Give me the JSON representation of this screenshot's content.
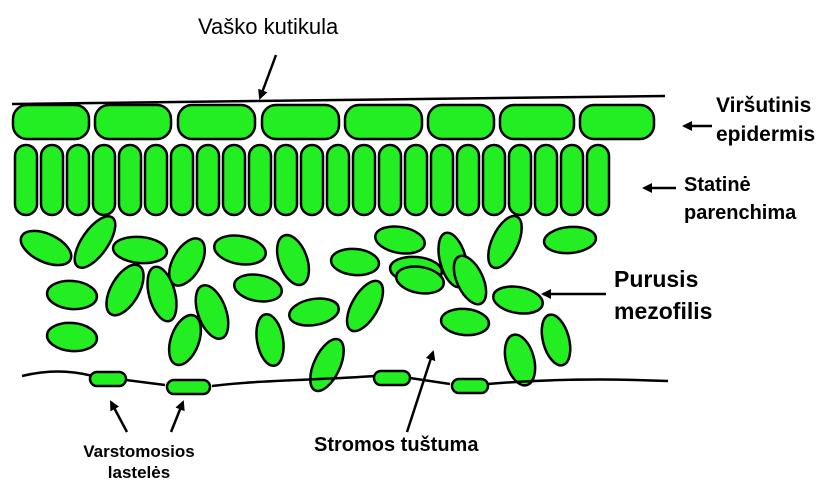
{
  "colors": {
    "cell_fill": "#22ee22",
    "outline": "#000000",
    "background": "#ffffff"
  },
  "labels": {
    "cuticle": "Vaško kutikula",
    "upper_epidermis_line1": "Viršutinis",
    "upper_epidermis_line2": "epidermis",
    "palisade_line1": "Statinė",
    "palisade_line2": "parenchima",
    "spongy_line1": "Purusis",
    "spongy_line2": "mezofilis",
    "guard_cells_line1": "Varstomosios",
    "guard_cells_line2": "lastelės",
    "air_space": "Stromos tuštuma"
  }
}
